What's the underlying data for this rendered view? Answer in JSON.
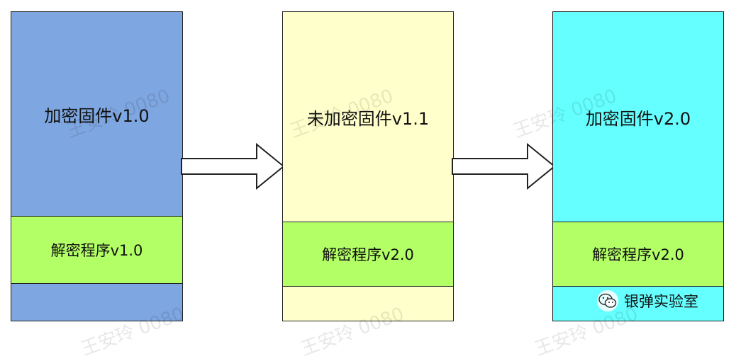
{
  "blocks": [
    {
      "main_label": "加密固件v1.0",
      "sub_label": "解密程序v1.0",
      "color": "#7ea6e0"
    },
    {
      "main_label": "未加密固件v1.1",
      "sub_label": "解密程序v2.0",
      "color": "#ffffcc"
    },
    {
      "main_label": "加密固件v2.0",
      "sub_label": "解密程序v2.0",
      "color": "#66ffff"
    }
  ],
  "sub_color": "#b3ff66",
  "watermark": "王安玲 0080",
  "brand": {
    "icon": "wechat-icon",
    "name": "银弹实验室"
  }
}
